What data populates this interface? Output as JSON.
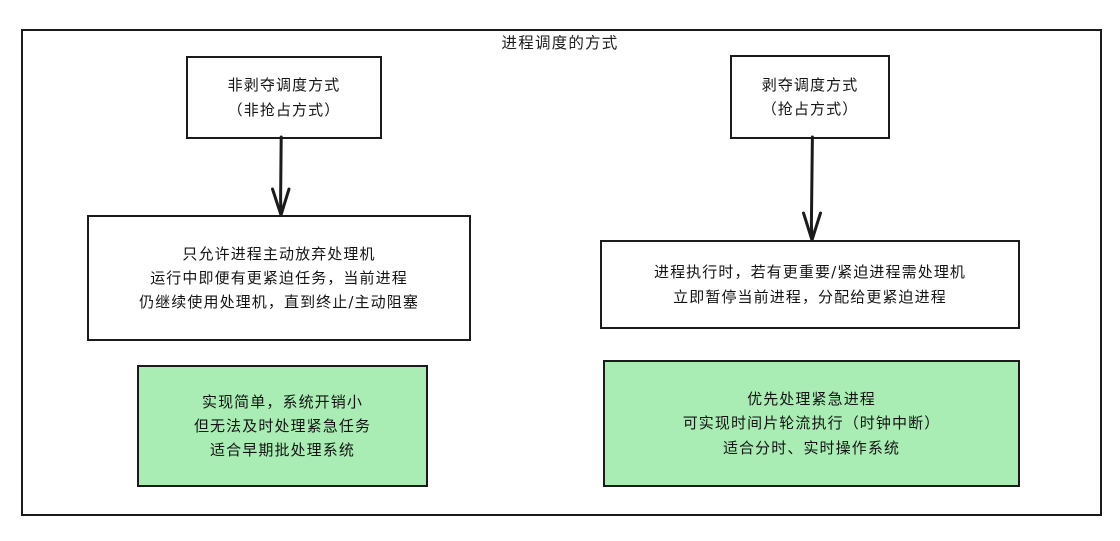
{
  "diagram": {
    "title": "进程调度的方式",
    "frame": {
      "name": "outer-frame"
    },
    "colors": {
      "stroke": "#1b1b1b",
      "text": "#141414",
      "highlight_fill": "#a9edb4",
      "background": "#ffffff"
    },
    "nodes": [
      {
        "id": "nonpreemptive-title",
        "role": "branch-heading",
        "highlight": false,
        "lines": [
          "非剥夺调度方式",
          "（非抢占方式）"
        ]
      },
      {
        "id": "preemptive-title",
        "role": "branch-heading",
        "highlight": false,
        "lines": [
          "剥夺调度方式",
          "（抢占方式）"
        ]
      },
      {
        "id": "nonpreemptive-desc",
        "role": "description",
        "highlight": false,
        "lines": [
          "只允许进程主动放弃处理机",
          "运行中即便有更紧迫任务，当前进程",
          "仍继续使用处理机，直到终止/主动阻塞"
        ]
      },
      {
        "id": "preemptive-desc",
        "role": "description",
        "highlight": false,
        "lines": [
          "进程执行时，若有更重要/紧迫进程需处理机",
          "立即暂停当前进程，分配给更紧迫进程"
        ]
      },
      {
        "id": "nonpreemptive-eval",
        "role": "evaluation",
        "highlight": true,
        "lines": [
          "实现简单，系统开销小",
          "但无法及时处理紧急任务",
          "适合早期批处理系统"
        ]
      },
      {
        "id": "preemptive-eval",
        "role": "evaluation",
        "highlight": true,
        "lines": [
          "优先处理紧急进程",
          "可实现时间片轮流执行（时钟中断）",
          "适合分时、实时操作系统"
        ]
      }
    ],
    "connectors": [
      {
        "id": "nonpreemptive-arrow",
        "from": "nonpreemptive-title",
        "to": "nonpreemptive-desc",
        "direction": "down"
      },
      {
        "id": "preemptive-arrow",
        "from": "preemptive-title",
        "to": "preemptive-desc",
        "direction": "down"
      }
    ]
  }
}
